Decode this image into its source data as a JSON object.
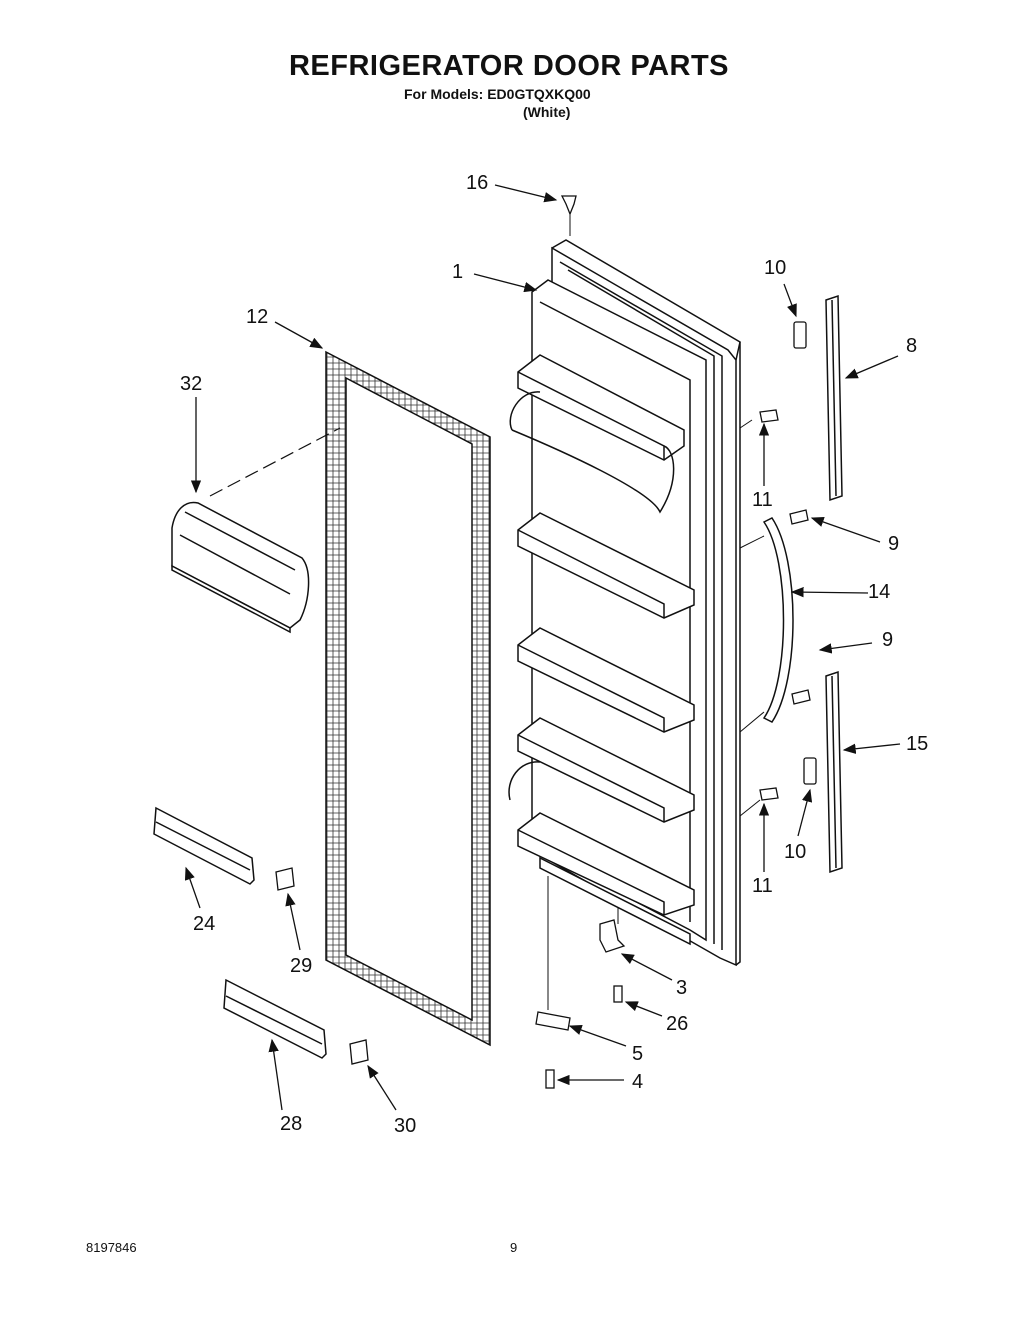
{
  "header": {
    "title": "REFRIGERATOR DOOR PARTS",
    "models_line": "For Models: ED0GTQXKQ00",
    "color_line": "(White)"
  },
  "footer": {
    "doc_number": "8197846",
    "page_number": "9"
  },
  "callouts": {
    "c16": "16",
    "c1": "1",
    "c12": "12",
    "c32": "32",
    "c10a": "10",
    "c8": "8",
    "c11a": "11",
    "c9a": "9",
    "c14": "14",
    "c9b": "9",
    "c15": "15",
    "c10b": "10",
    "c11b": "11",
    "c24": "24",
    "c29": "29",
    "c3": "3",
    "c26": "26",
    "c5": "5",
    "c4": "4",
    "c28": "28",
    "c30": "30"
  }
}
